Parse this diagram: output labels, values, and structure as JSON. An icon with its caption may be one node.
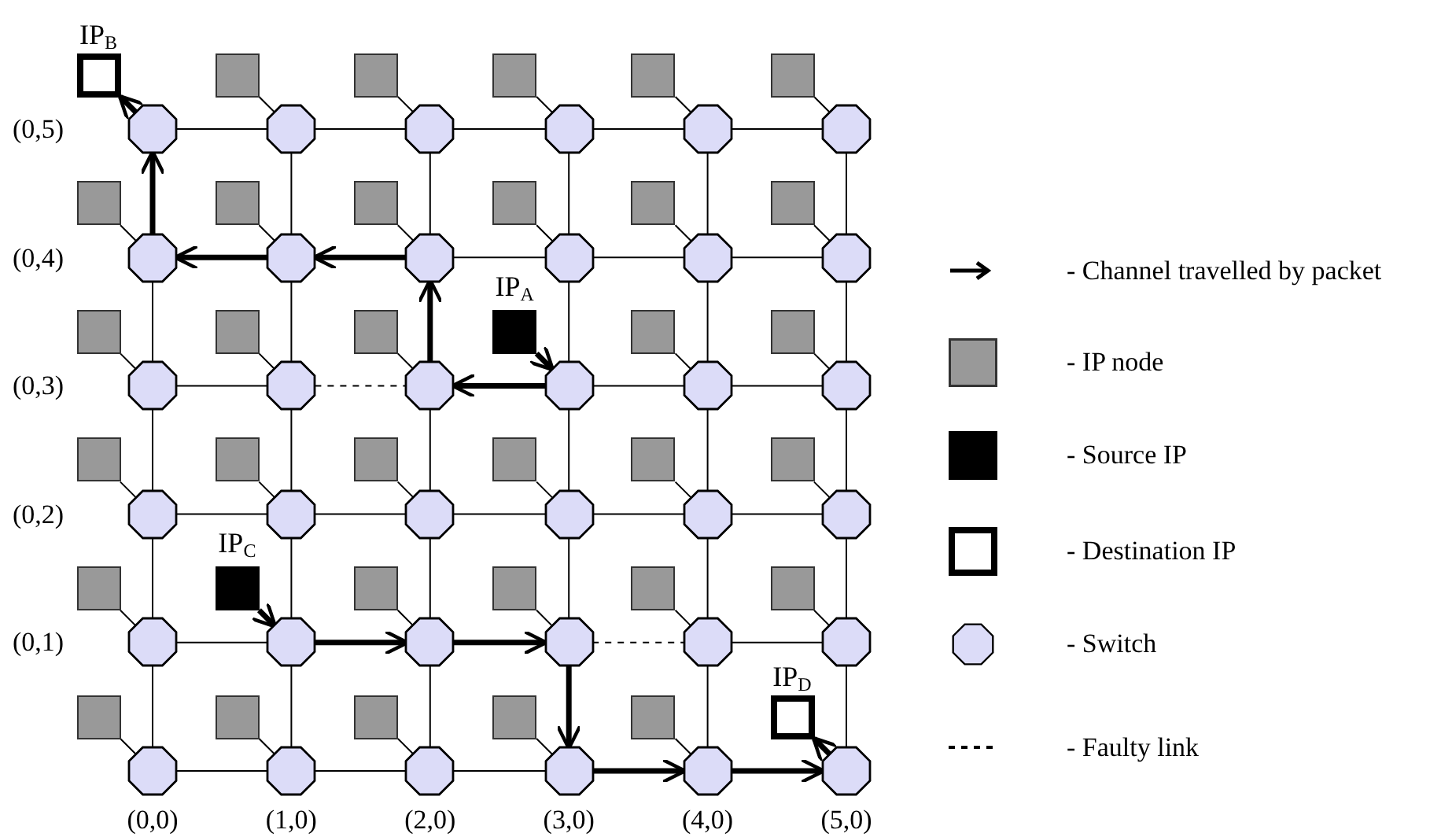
{
  "diagram": {
    "nodes": [
      {
        "text": [
          "IP$_{B}$"
        ]
      },
      {
        "text": [],
        "shape": "box"
      },
      {
        "text": [],
        "shape": "box"
      },
      {
        "text": [],
        "shape": "box"
      },
      {
        "text": [],
        "shape": "box"
      },
      {
        "text": [],
        "shape": "box"
      },
      {
        "text": [],
        "shape": "octagon"
      },
      {
        "text": [],
        "shape": "octagon"
      },
      {
        "text": [],
        "shape": "octagon"
      },
      {
        "text": [],
        "shape": "octagon"
      },
      {
        "text": [],
        "shape": "octagon"
      },
      {
        "text": [],
        "shape": "octagon"
      },
      {
        "text": [],
        "shape": "box"
      },
      {
        "text": [],
        "shape": "box"
      },
      {
        "text": [],
        "shape": "box"
      },
      {
        "text": [],
        "shape": "box"
      },
      {
        "text": [],
        "shape": "box"
      },
      {
        "text": [],
        "shape": "box"
      },
      {
        "text": [],
        "shape": "octagon"
      },
      {
        "text": [],
        "shape": "octagon"
      },
      {
        "text": [],
        "shape": "octagon"
      },
      {
        "text": [],
        "shape": "octagon"
      },
      {
        "text": [],
        "shape": "octagon"
      },
      {
        "text": [],
        "shape": "octagon"
      },
      {
        "text": [],
        "shape": "box"
      },
      {
        "text": [],
        "shape": "box"
      },
      {
        "text": [],
        "shape": "box"
      },
      {
        "text": [
          "IP$_{A}$"
        ]
      },
      {
        "text": [],
        "shape": "box"
      },
      {
        "text": [],
        "shape": "box"
      },
      {
        "text": [],
        "shape": "octagon"
      },
      {
        "text": [],
        "shape": "octagon"
      },
      {
        "text": [],
        "shape": "octagon"
      },
      {
        "text": [],
        "shape": "octagon"
      },
      {
        "text": [],
        "shape": "octagon"
      },
      {
        "text": [],
        "shape": "octagon"
      },
      {
        "text": [],
        "shape": "box"
      },
      {
        "text": [],
        "shape": "box"
      },
      {
        "text": [],
        "shape": "box"
      },
      {
        "text": [],
        "shape": "box"
      },
      {
        "text": [],
        "shape": "box"
      },
      {
        "text": [],
        "shape": "box"
      },
      {
        "text": [],
        "shape": "octagon"
      },
      {
        "text": [],
        "shape": "octagon"
      },
      {
        "text": [],
        "shape": "octagon"
      },
      {
        "text": [],
        "shape": "octagon"
      },
      {
        "text": [],
        "shape": "octagon"
      },
      {
        "text": [],
        "shape": "octagon"
      },
      {
        "text": [],
        "shape": "box"
      },
      {
        "text": [
          "IP$_{C}$"
        ]
      },
      {
        "text": [],
        "shape": "box"
      },
      {
        "text": [],
        "shape": "box"
      },
      {
        "text": [],
        "shape": "box"
      },
      {
        "text": [],
        "shape": "box"
      },
      {
        "text": [],
        "shape": "octagon"
      },
      {
        "text": [],
        "shape": "octagon"
      },
      {
        "text": [],
        "shape": "octagon"
      },
      {
        "text": [],
        "shape": "octagon"
      },
      {
        "text": [],
        "shape": "octagon"
      },
      {
        "text": [],
        "shape": "octagon"
      },
      {
        "text": [],
        "shape": "box"
      },
      {
        "text": [],
        "shape": "box"
      },
      {
        "text": [],
        "shape": "box"
      },
      {
        "text": [],
        "shape": "box"
      },
      {
        "text": [],
        "shape": "box"
      },
      {
        "text": [
          "IP$_{D}$"
        ]
      },
      {
        "text": [],
        "shape": "octagon"
      },
      {
        "text": [],
        "shape": "octagon"
      },
      {
        "text": [],
        "shape": "octagon"
      },
      {
        "text": [],
        "shape": "octagon"
      },
      {
        "text": [],
        "shape": "octagon"
      },
      {
        "text": [],
        "shape": "octagon"
      }
    ],
    "edges": [
      {
        "from": 6,
        "to": 0,
        "arrow": "to",
        "style": "thick"
      },
      {
        "from": 1,
        "to": 7,
        "arrow": "none"
      },
      {
        "from": 2,
        "to": 8,
        "arrow": "none"
      },
      {
        "from": 3,
        "to": 9,
        "arrow": "none"
      },
      {
        "from": 4,
        "to": 10,
        "arrow": "none"
      },
      {
        "from": 5,
        "to": 11,
        "arrow": "none"
      },
      {
        "from": 6,
        "to": 7,
        "arrow": "none"
      },
      {
        "from": 7,
        "to": 8,
        "arrow": "none"
      },
      {
        "from": 8,
        "to": 9,
        "arrow": "none"
      },
      {
        "from": 9,
        "to": 10,
        "arrow": "none"
      },
      {
        "from": 10,
        "to": 11,
        "arrow": "none"
      },
      {
        "from": 18,
        "to": 6,
        "arrow": "to",
        "style": "thick"
      },
      {
        "from": 7,
        "to": 19,
        "arrow": "none"
      },
      {
        "from": 8,
        "to": 20,
        "arrow": "none"
      },
      {
        "from": 9,
        "to": 21,
        "arrow": "none"
      },
      {
        "from": 10,
        "to": 22,
        "arrow": "none"
      },
      {
        "from": 11,
        "to": 23,
        "arrow": "none"
      },
      {
        "from": 12,
        "to": 18,
        "arrow": "none"
      },
      {
        "from": 13,
        "to": 19,
        "arrow": "none"
      },
      {
        "from": 14,
        "to": 20,
        "arrow": "none"
      },
      {
        "from": 15,
        "to": 21,
        "arrow": "none"
      },
      {
        "from": 16,
        "to": 22,
        "arrow": "none"
      },
      {
        "from": 17,
        "to": 23,
        "arrow": "none"
      },
      {
        "from": 19,
        "to": 18,
        "arrow": "to",
        "style": "thick"
      },
      {
        "from": 20,
        "to": 19,
        "arrow": "to",
        "style": "thick"
      },
      {
        "from": 20,
        "to": 21,
        "arrow": "none"
      },
      {
        "from": 21,
        "to": 22,
        "arrow": "none"
      },
      {
        "from": 22,
        "to": 23,
        "arrow": "none"
      },
      {
        "from": 18,
        "to": 30,
        "arrow": "none"
      },
      {
        "from": 19,
        "to": 31,
        "arrow": "none"
      },
      {
        "from": 32,
        "to": 20,
        "arrow": "to",
        "style": "thick"
      },
      {
        "from": 21,
        "to": 33,
        "arrow": "none"
      },
      {
        "from": 22,
        "to": 34,
        "arrow": "none"
      },
      {
        "from": 23,
        "to": 35,
        "arrow": "none"
      },
      {
        "from": 24,
        "to": 30,
        "arrow": "none"
      },
      {
        "from": 25,
        "to": 31,
        "arrow": "none"
      },
      {
        "from": 26,
        "to": 32,
        "arrow": "none"
      },
      {
        "from": 27,
        "to": 33,
        "arrow": "to",
        "style": "thick"
      },
      {
        "from": 28,
        "to": 34,
        "arrow": "none"
      },
      {
        "from": 29,
        "to": 35,
        "arrow": "none"
      },
      {
        "from": 30,
        "to": 31,
        "arrow": "none"
      },
      {
        "from": 31,
        "to": 32,
        "arrow": "none",
        "style": "dashed"
      },
      {
        "from": 33,
        "to": 32,
        "arrow": "to",
        "style": "thick"
      },
      {
        "from": 33,
        "to": 34,
        "arrow": "none"
      },
      {
        "from": 34,
        "to": 35,
        "arrow": "none"
      },
      {
        "from": 30,
        "to": 42,
        "arrow": "none"
      },
      {
        "from": 31,
        "to": 43,
        "arrow": "none"
      },
      {
        "from": 32,
        "to": 44,
        "arrow": "none"
      },
      {
        "from": 33,
        "to": 45,
        "arrow": "none"
      },
      {
        "from": 34,
        "to": 46,
        "arrow": "none"
      },
      {
        "from": 35,
        "to": 47,
        "arrow": "none"
      },
      {
        "from": 36,
        "to": 42,
        "arrow": "none"
      },
      {
        "from": 37,
        "to": 43,
        "arrow": "none"
      },
      {
        "from": 38,
        "to": 44,
        "arrow": "none"
      },
      {
        "from": 39,
        "to": 45,
        "arrow": "none"
      },
      {
        "from": 40,
        "to": 46,
        "arrow": "none"
      },
      {
        "from": 41,
        "to": 47,
        "arrow": "none"
      },
      {
        "from": 42,
        "to": 43,
        "arrow": "none"
      },
      {
        "from": 43,
        "to": 44,
        "arrow": "none"
      },
      {
        "from": 44,
        "to": 45,
        "arrow": "none"
      },
      {
        "from": 45,
        "to": 46,
        "arrow": "none"
      },
      {
        "from": 46,
        "to": 47,
        "arrow": "none"
      },
      {
        "from": 42,
        "to": 54,
        "arrow": "none"
      },
      {
        "from": 43,
        "to": 55,
        "arrow": "none"
      },
      {
        "from": 44,
        "to": 56,
        "arrow": "none"
      },
      {
        "from": 45,
        "to": 57,
        "arrow": "none"
      },
      {
        "from": 46,
        "to": 58,
        "arrow": "none"
      },
      {
        "from": 47,
        "to": 59,
        "arrow": "none"
      },
      {
        "from": 48,
        "to": 54,
        "arrow": "none"
      },
      {
        "from": 49,
        "to": 55,
        "arrow": "to",
        "style": "thick"
      },
      {
        "from": 50,
        "to": 56,
        "arrow": "none"
      },
      {
        "from": 51,
        "to": 57,
        "arrow": "none"
      },
      {
        "from": 52,
        "to": 58,
        "arrow": "none"
      },
      {
        "from": 53,
        "to": 59,
        "arrow": "none"
      },
      {
        "from": 54,
        "to": 55,
        "arrow": "none"
      },
      {
        "from": 55,
        "to": 56,
        "arrow": "to",
        "style": "thick"
      },
      {
        "from": 56,
        "to": 57,
        "arrow": "to",
        "style": "thick"
      },
      {
        "from": 57,
        "to": 58,
        "arrow": "none",
        "style": "dashed"
      },
      {
        "from": 58,
        "to": 59,
        "arrow": "none"
      },
      {
        "from": 54,
        "to": 66,
        "arrow": "none"
      },
      {
        "from": 55,
        "to": 67,
        "arrow": "none"
      },
      {
        "from": 56,
        "to": 68,
        "arrow": "none"
      },
      {
        "from": 57,
        "to": 69,
        "arrow": "to",
        "style": "thick"
      },
      {
        "from": 58,
        "to": 70,
        "arrow": "none"
      },
      {
        "from": 59,
        "to": 71,
        "arrow": "none"
      },
      {
        "from": 60,
        "to": 66,
        "arrow": "none"
      },
      {
        "from": 61,
        "to": 67,
        "arrow": "none"
      },
      {
        "from": 62,
        "to": 68,
        "arrow": "none"
      },
      {
        "from": 63,
        "to": 69,
        "arrow": "none"
      },
      {
        "from": 64,
        "to": 70,
        "arrow": "none"
      },
      {
        "from": 71,
        "to": 65,
        "arrow": "to",
        "style": "thick"
      },
      {
        "from": 66,
        "to": 67,
        "arrow": "none"
      },
      {
        "from": 67,
        "to": 68,
        "arrow": "none"
      },
      {
        "from": 68,
        "to": 69,
        "arrow": "none"
      },
      {
        "from": 69,
        "to": 70,
        "arrow": "to",
        "style": "thick"
      },
      {
        "from": 70,
        "to": 71,
        "arrow": "to",
        "style": "thick"
      }
    ],
    "labels": [
      "(0,5)",
      "(0,4)",
      "(0,3)",
      "(0,2)",
      "(0,1)",
      "(0,0)",
      "(1,0)",
      "(2,0)",
      "(3,0)",
      "(4,0)",
      "(5,0)"
    ],
    "legend": [
      {
        "text": "- Channel travelled by packet"
      },
      {
        "text": "- IP node"
      },
      {
        "text": "- Source IP"
      },
      {
        "text": "- Destination IP"
      },
      {
        "text": "- Switch"
      },
      {
        "text": "- Faulty link"
      }
    ]
  }
}
